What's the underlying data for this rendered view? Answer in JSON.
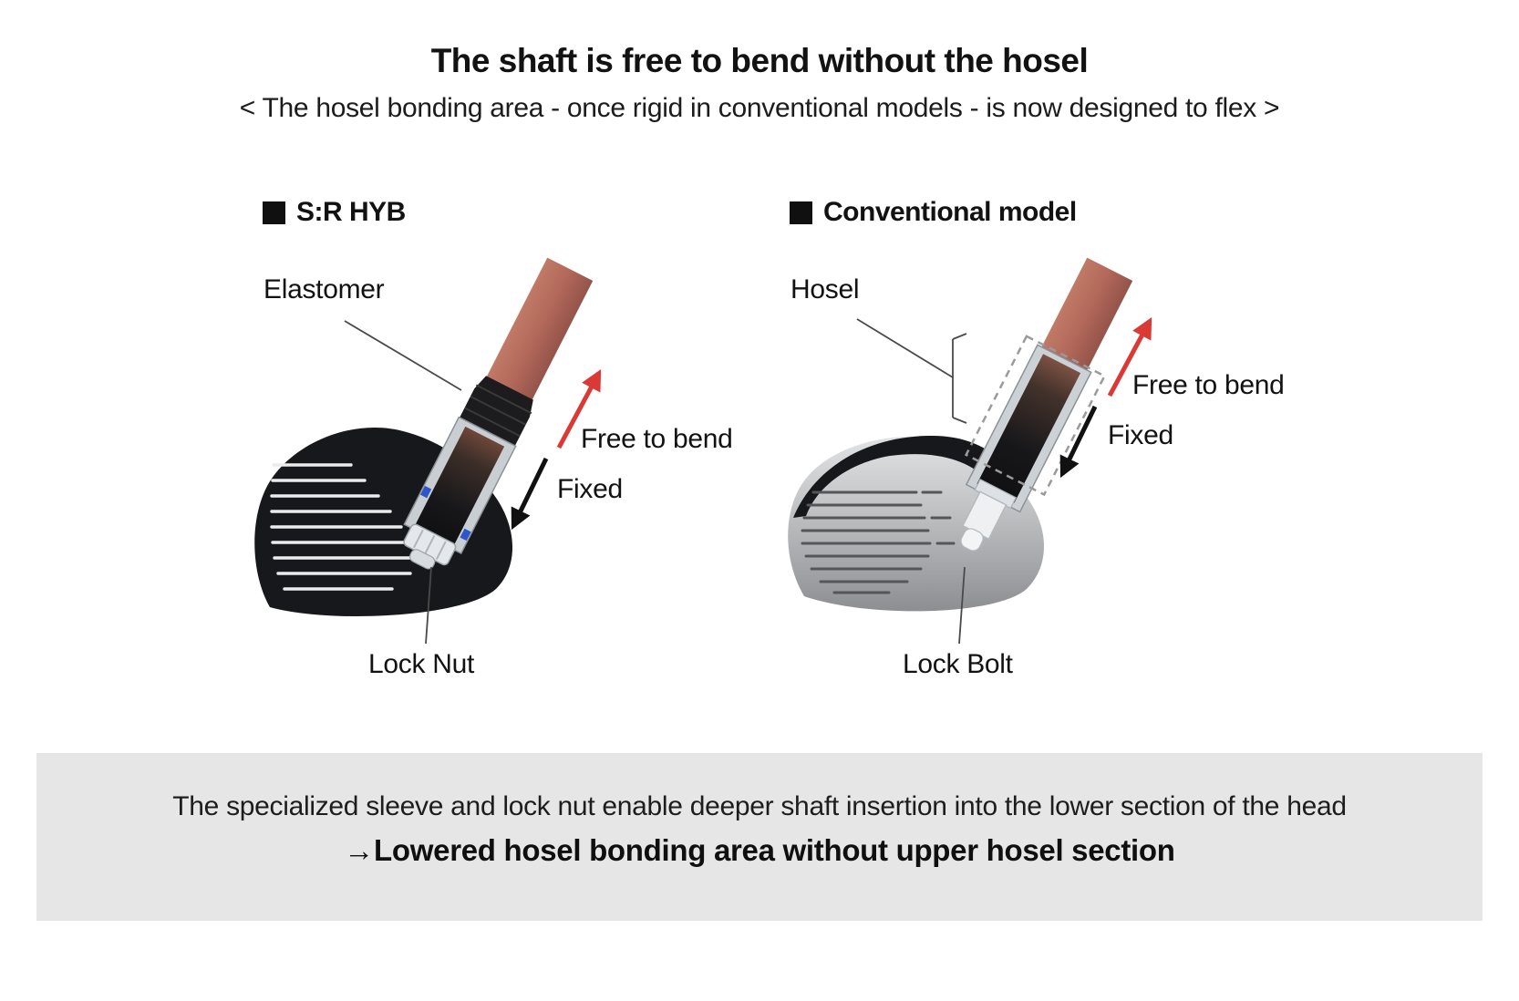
{
  "title": "The shaft is free to bend without the hosel",
  "subtitle": "< The hosel bonding area - once rigid in conventional models - is now designed to flex >",
  "panels": [
    {
      "label": "S:R HYB",
      "annotations": {
        "part_top": "Elastomer",
        "free": "Free to bend",
        "fixed": "Fixed",
        "part_bottom": "Lock Nut"
      }
    },
    {
      "label": "Conventional model",
      "annotations": {
        "part_top": "Hosel",
        "free": "Free to bend",
        "fixed": "Fixed",
        "part_bottom": "Lock Bolt"
      }
    }
  ],
  "footer": {
    "line1": "The specialized sleeve and lock nut enable deeper shaft insertion into the lower section of the head",
    "line2": "→Lowered hosel bonding area without upper hosel section"
  },
  "colors": {
    "shaft": "#b2685a",
    "head_dark": "#17181b",
    "head_silver": "#bfc1c3",
    "arrow_free": "#d93a35",
    "arrow_fixed": "#111111",
    "dashed_outline": "#9a9a9a",
    "footer_bg": "#e6e6e6"
  }
}
